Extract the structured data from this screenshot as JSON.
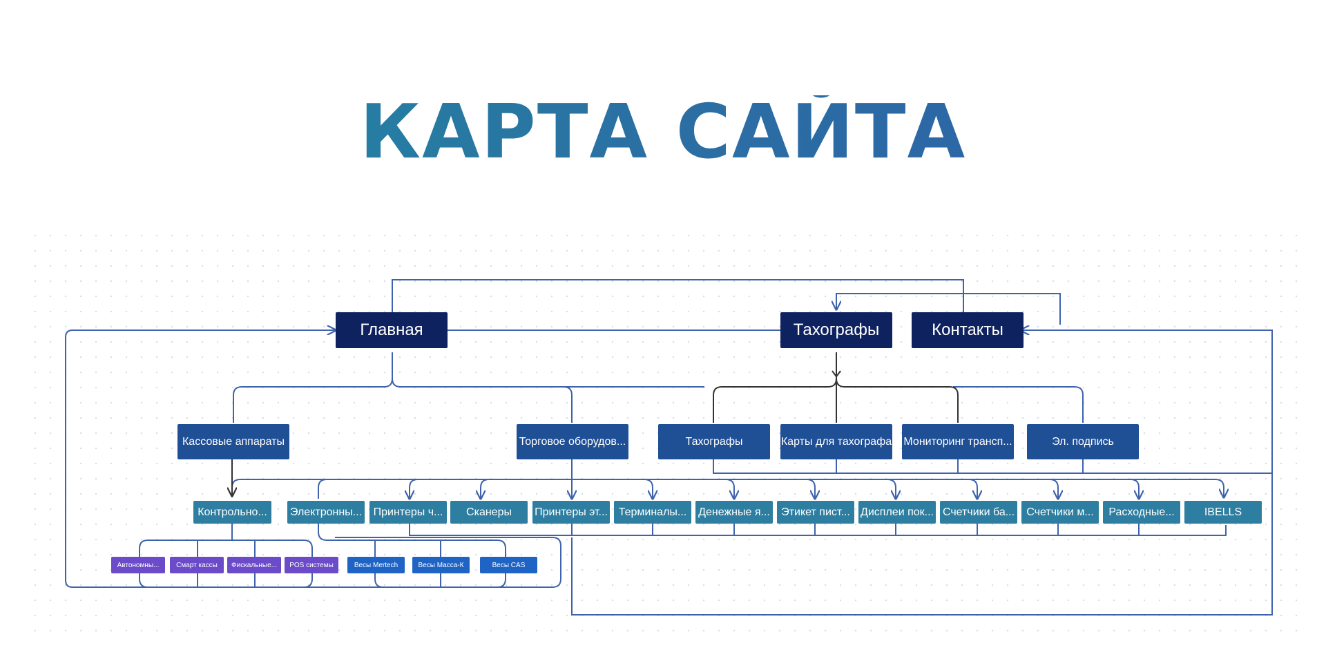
{
  "title": "КАРТА САЙТА",
  "colors": {
    "title_start": "#1f8ea0",
    "title_end": "#2c5ea8",
    "top_level": "#0e2260",
    "second_level": "#1f4f95",
    "third_level": "#2d7ea0",
    "fourth_level_purple": "#6b4bc9",
    "fourth_level_blue": "#1f64c4",
    "connector": "#3e63ac"
  },
  "top_nodes": {
    "main": "Главная",
    "tachographs": "Тахографы",
    "contacts": "Контакты"
  },
  "level2": {
    "cash_registers": "Кассовые аппараты",
    "trade_equipment": "Торговое оборудов...",
    "tachographs": "Тахографы",
    "tacho_cards": "Карты для тахографа",
    "transport_monitoring": "Мониторинг трансп...",
    "e_signature": "Эл. подпись"
  },
  "level3": {
    "control": "Контрольно...",
    "electronic": "Электронны...",
    "printers_ch": "Принтеры ч...",
    "scanners": "Сканеры",
    "printers_et": "Принтеры эт...",
    "terminals": "Терминалы...",
    "money": "Денежные я...",
    "labels": "Этикет пист...",
    "displays": "Дисплеи пок...",
    "counters_ba": "Счетчики ба...",
    "counters_m": "Счетчики м...",
    "consumables": "Расходные...",
    "ibells": "IBELLS"
  },
  "level4": {
    "autonomous": "Автономны...",
    "smart": "Смарт кассы",
    "fiscal": "Фискальные...",
    "pos": "POS системы",
    "mertech": "Весы Mertech",
    "massak": "Весы Масса-К",
    "cas": "Весы CAS"
  }
}
